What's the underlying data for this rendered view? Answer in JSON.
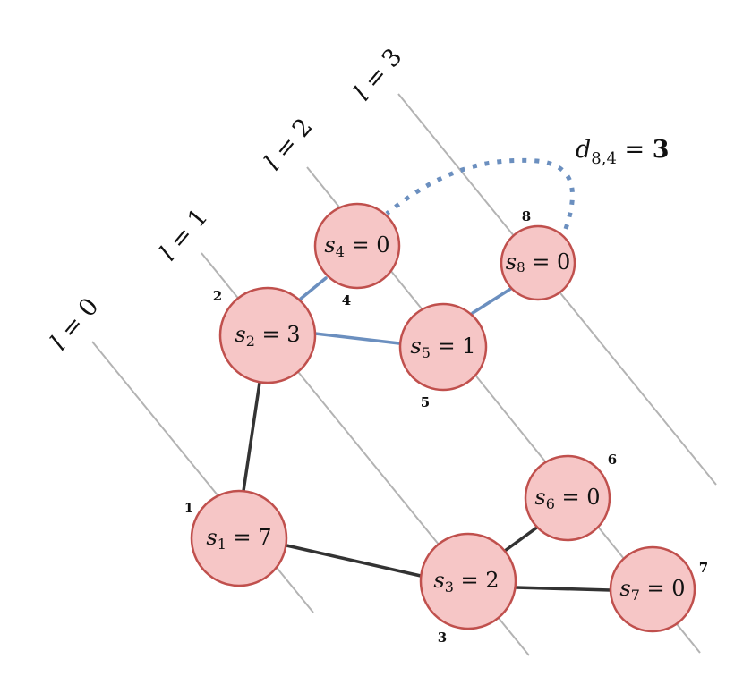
{
  "level_labels": [
    {
      "var": "l",
      "op": " = ",
      "value": "0"
    },
    {
      "var": "l",
      "op": " = ",
      "value": "1"
    },
    {
      "var": "l",
      "op": " = ",
      "value": "2"
    },
    {
      "var": "l",
      "op": " = ",
      "value": "3"
    }
  ],
  "nodes": [
    {
      "index": "1",
      "var": "s",
      "sub": "1",
      "op": " = ",
      "value": "7"
    },
    {
      "index": "2",
      "var": "s",
      "sub": "2",
      "op": " = ",
      "value": "3"
    },
    {
      "index": "3",
      "var": "s",
      "sub": "3",
      "op": " = ",
      "value": "2"
    },
    {
      "index": "4",
      "var": "s",
      "sub": "4",
      "op": " = ",
      "value": "0"
    },
    {
      "index": "5",
      "var": "s",
      "sub": "5",
      "op": " = ",
      "value": "1"
    },
    {
      "index": "6",
      "var": "s",
      "sub": "6",
      "op": " = ",
      "value": "0"
    },
    {
      "index": "7",
      "var": "s",
      "sub": "7",
      "op": " = ",
      "value": "0"
    },
    {
      "index": "8",
      "var": "s",
      "sub": "8",
      "op": " = ",
      "value": "0"
    }
  ],
  "edges": [
    {
      "from": "1",
      "to": "2",
      "color": "#333333"
    },
    {
      "from": "1",
      "to": "3",
      "color": "#333333"
    },
    {
      "from": "3",
      "to": "6",
      "color": "#333333"
    },
    {
      "from": "3",
      "to": "7",
      "color": "#333333"
    },
    {
      "from": "2",
      "to": "4",
      "color": "#6b8fbf"
    },
    {
      "from": "2",
      "to": "5",
      "color": "#6b8fbf"
    },
    {
      "from": "5",
      "to": "8",
      "color": "#6b8fbf"
    }
  ],
  "distance_annotation": {
    "var": "d",
    "sub": "8,4",
    "op": " = ",
    "value": "3",
    "from": "8",
    "to": "4",
    "color": "#6b8fbf"
  },
  "colors": {
    "node_fill": "#f6c6c6",
    "node_stroke": "#c0504d",
    "level_line": "#b3b3b3",
    "edge_black": "#333333",
    "edge_blue": "#6b8fbf"
  }
}
